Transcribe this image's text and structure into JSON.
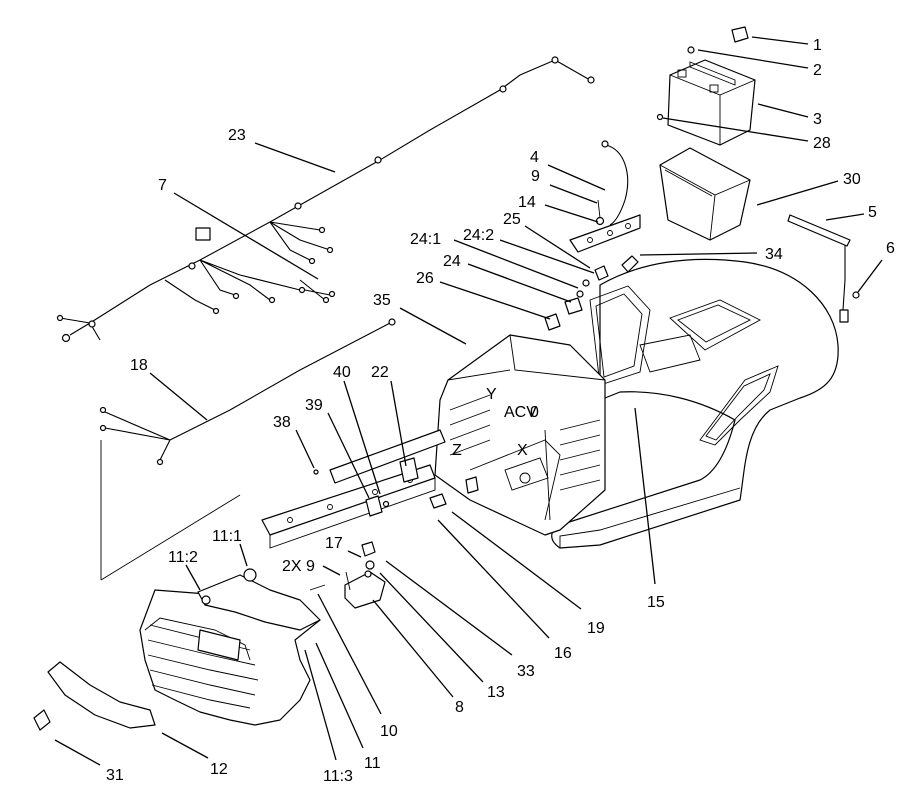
{
  "diagram": {
    "callouts": [
      {
        "id": "c1",
        "label": "1"
      },
      {
        "id": "c2",
        "label": "2"
      },
      {
        "id": "c3",
        "label": "3"
      },
      {
        "id": "c28",
        "label": "28"
      },
      {
        "id": "c30",
        "label": "30"
      },
      {
        "id": "c4",
        "label": "4"
      },
      {
        "id": "c9a",
        "label": "9"
      },
      {
        "id": "c14",
        "label": "14"
      },
      {
        "id": "c25",
        "label": "25"
      },
      {
        "id": "c24_1",
        "label": "24:1"
      },
      {
        "id": "c24_2",
        "label": "24:2"
      },
      {
        "id": "c24",
        "label": "24"
      },
      {
        "id": "c26",
        "label": "26"
      },
      {
        "id": "c34",
        "label": "34"
      },
      {
        "id": "c5",
        "label": "5"
      },
      {
        "id": "c6",
        "label": "6"
      },
      {
        "id": "c23",
        "label": "23"
      },
      {
        "id": "c7",
        "label": "7"
      },
      {
        "id": "c35",
        "label": "35"
      },
      {
        "id": "c18",
        "label": "18"
      },
      {
        "id": "c40",
        "label": "40"
      },
      {
        "id": "c22",
        "label": "22"
      },
      {
        "id": "c38",
        "label": "38"
      },
      {
        "id": "c39",
        "label": "39"
      },
      {
        "id": "c15",
        "label": "15"
      },
      {
        "id": "c11_1",
        "label": "11:1"
      },
      {
        "id": "c11_2",
        "label": "11:2"
      },
      {
        "id": "c2x9",
        "label": "2X 9"
      },
      {
        "id": "c17",
        "label": "17"
      },
      {
        "id": "c19",
        "label": "19"
      },
      {
        "id": "c16",
        "label": "16"
      },
      {
        "id": "c33",
        "label": "33"
      },
      {
        "id": "c13",
        "label": "13"
      },
      {
        "id": "c8",
        "label": "8"
      },
      {
        "id": "c10",
        "label": "10"
      },
      {
        "id": "c11",
        "label": "11"
      },
      {
        "id": "c11_3",
        "label": "11:3"
      },
      {
        "id": "c12",
        "label": "12"
      },
      {
        "id": "c31",
        "label": "31"
      }
    ],
    "tower_marks": {
      "y": "Y",
      "acv": "ACV",
      "z": "Z",
      "x": "X",
      "num": "0"
    }
  }
}
